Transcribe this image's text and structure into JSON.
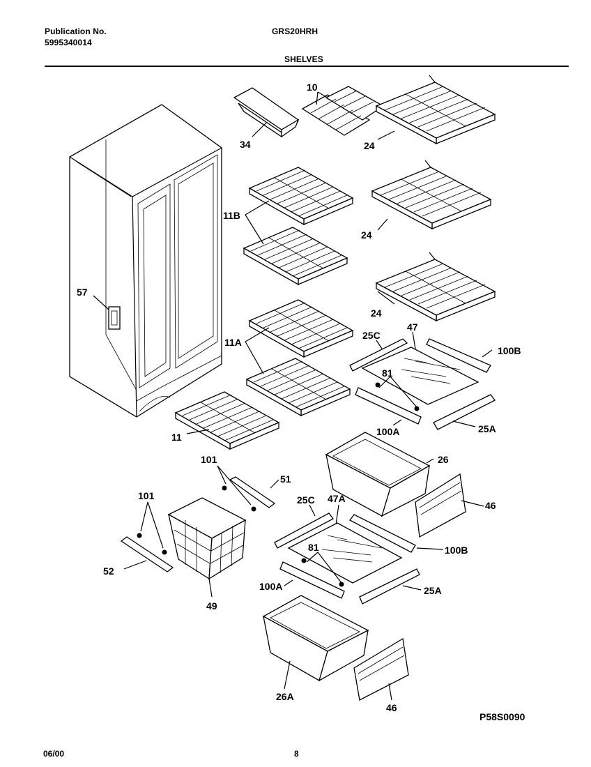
{
  "header": {
    "publication_label": "Publication No.",
    "publication_number": "5995340014",
    "model": "GRS20HRH",
    "section": "SHELVES"
  },
  "footer": {
    "date": "06/00",
    "page": "8",
    "diagram_code": "P58S0090"
  },
  "callouts": {
    "c10": "10",
    "c34": "34",
    "c24a": "24",
    "c24b": "24",
    "c24c": "24",
    "c11b": "11B",
    "c57": "57",
    "c11a": "11A",
    "c11": "11",
    "c25c_top": "25C",
    "c47": "47",
    "c100b_top": "100B",
    "c81_top": "81",
    "c100a_top": "100A",
    "c25a_top": "25A",
    "c101_mid": "101",
    "c51": "51",
    "c26": "26",
    "c101_left": "101",
    "c46_top": "46",
    "c25c_bot": "25C",
    "c47a": "47A",
    "c100b_bot": "100B",
    "c81_bot": "81",
    "c52": "52",
    "c100a_bot": "100A",
    "c25a_bot": "25A",
    "c49": "49",
    "c26a": "26A",
    "c46_bot": "46"
  }
}
